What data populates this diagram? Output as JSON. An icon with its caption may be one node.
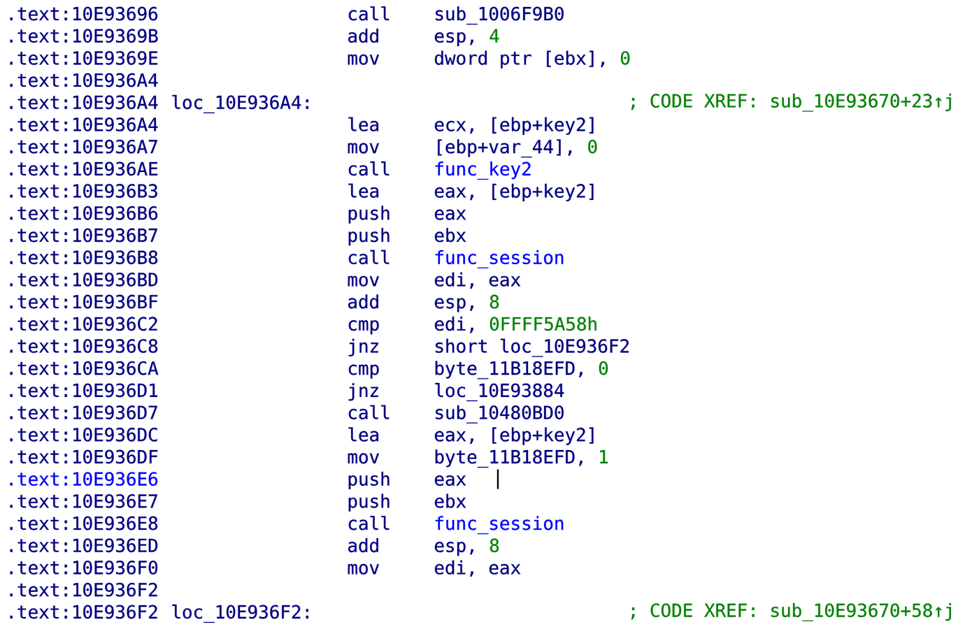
{
  "diagram": {
    "labels": [
      ".text:10E93696",
      "call",
      "sub_1006F9B0",
      ".text:10E9369B",
      "add",
      "esp,",
      "4",
      ".text:10E9369E",
      "mov",
      "dword ptr [ebx],",
      "0",
      ".text:10E936A4",
      ".text:10E936A4",
      "loc_10E936A4:",
      "; CODE XREF: sub_10E93670+23↑j",
      ".text:10E936A4",
      "lea",
      "ecx, [ebp+key2]",
      ".text:10E936A7",
      "mov",
      "[ebp+var_44],",
      "0",
      ".text:10E936AE",
      "call",
      "func_key2",
      ".text:10E936B3",
      "lea",
      "eax, [ebp+key2]",
      ".text:10E936B6",
      "push",
      "eax",
      ".text:10E936B7",
      "push",
      "ebx",
      ".text:10E936B8",
      "call",
      "func_session",
      ".text:10E936BD",
      "mov",
      "edi, eax",
      ".text:10E936BF",
      "add",
      "esp,",
      "8",
      ".text:10E936C2",
      "cmp",
      "edi,",
      "0FFFF5A58h",
      ".text:10E936C8",
      "jnz",
      "short loc_10E936F2",
      ".text:10E936CA",
      "cmp",
      "byte_11B18EFD,",
      "0",
      ".text:10E936D1",
      "jnz",
      "loc_10E93884",
      ".text:10E936D7",
      "call",
      "sub_10480BD0",
      ".text:10E936DC",
      "lea",
      "eax, [ebp+key2]",
      ".text:10E936DF",
      "mov",
      "byte_11B18EFD,",
      "1",
      ".text:10E936E6",
      "push",
      "eax",
      ".text:10E936E7",
      "push",
      "ebx",
      ".text:10E936E8",
      "call",
      "func_session",
      ".text:10E936ED",
      "add",
      "esp,",
      "8",
      ".text:10E936F0",
      "mov",
      "edi, eax",
      ".text:10E936F2",
      ".text:10E936F2",
      "loc_10E936F2:",
      "; CODE XREF: sub_10E93670+58↑j"
    ]
  }
}
